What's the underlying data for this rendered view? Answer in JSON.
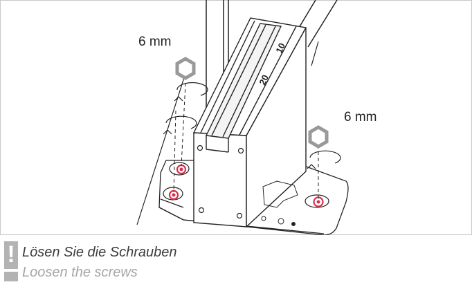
{
  "labels": {
    "screw_left": "6 mm",
    "screw_right": "6 mm",
    "scale_10": "10",
    "scale_20": "20"
  },
  "instruction": {
    "de": "Lösen Sie die Schrauben",
    "en": "Loosen the screws",
    "warning_glyph": "!"
  },
  "colors": {
    "screw_accent": "#d9304a",
    "warning_gray": "#b3b3b3",
    "frame": "#c8c8c8"
  },
  "icons": [
    "hex-bolt-icon",
    "rotate-ccw-icon",
    "warning-icon"
  ]
}
